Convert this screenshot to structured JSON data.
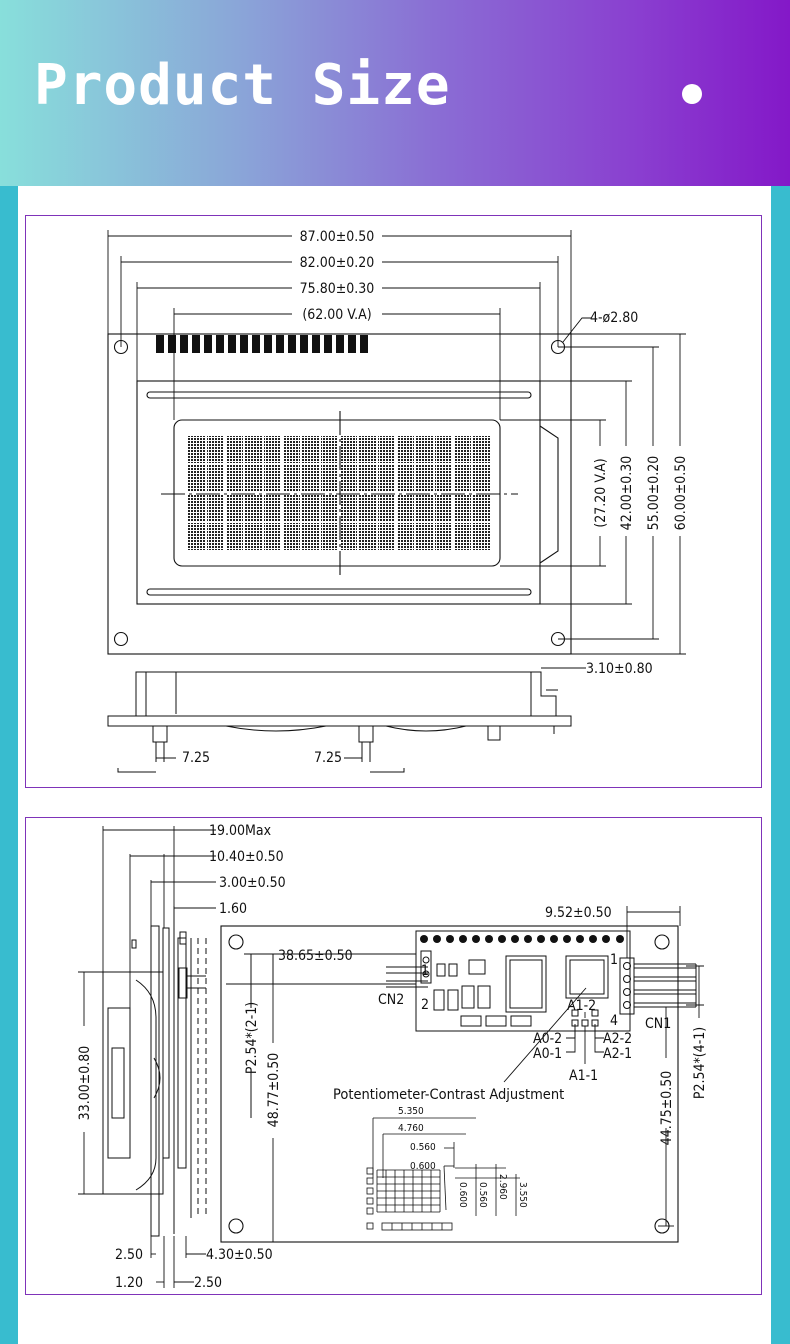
{
  "header": {
    "title": "Product Size"
  },
  "drawing1": {
    "dim_width_outer": "87.00±0.50",
    "dim_width_holes": "82.00±0.20",
    "dim_width_bezel": "75.80±0.30",
    "dim_width_va": "(62.00 V.A)",
    "hole_spec": "4-ø2.80",
    "dim_height_va": "(27.20 V.A)",
    "dim_height_bezel": "42.00±0.30",
    "dim_height_holes": "55.00±0.20",
    "dim_height_outer": "60.00±0.50",
    "dim_thickness": "3.10±0.80",
    "dim_leg_left": "7.25",
    "dim_leg_right": "7.25"
  },
  "drawing2": {
    "dim_max_thickness": "19.00Max",
    "dim_1040": "10.40±0.50",
    "dim_300": "3.00±0.50",
    "dim_160": "1.60",
    "dim_module_height": "33.00±0.80",
    "dim_250a": "2.50",
    "dim_430": "4.30±0.50",
    "dim_120": "1.20",
    "dim_250b": "2.50",
    "dim_3865": "38.65±0.50",
    "cn2_label": "CN2",
    "cn2_pin1": "1",
    "cn2_pin2": "2",
    "dim_pitch_cn2": "P2.54*(2-1)",
    "dim_4877": "48.77±0.50",
    "dim_952": "9.52±0.50",
    "cn1_label": "CN1",
    "cn1_pin1": "1",
    "cn1_pin4": "4",
    "dim_pitch_cn1": "P2.54*(4-1)",
    "dim_4475": "44.75±0.50",
    "a1_2": "A1-2",
    "a0_2": "A0-2",
    "a0_1": "A0-1",
    "a2_2": "A2-2",
    "a2_1": "A2-1",
    "a1_1": "A1-1",
    "pot_label": "Potentiometer-Contrast Adjustment",
    "dim_5350": "5.350",
    "dim_4760": "4.760",
    "dim_0560a": "0.560",
    "dim_0600a": "0.600",
    "dim_0600b": "0.600",
    "dim_0560b": "0.560",
    "dim_2960": "2.960",
    "dim_3550": "3.550"
  }
}
